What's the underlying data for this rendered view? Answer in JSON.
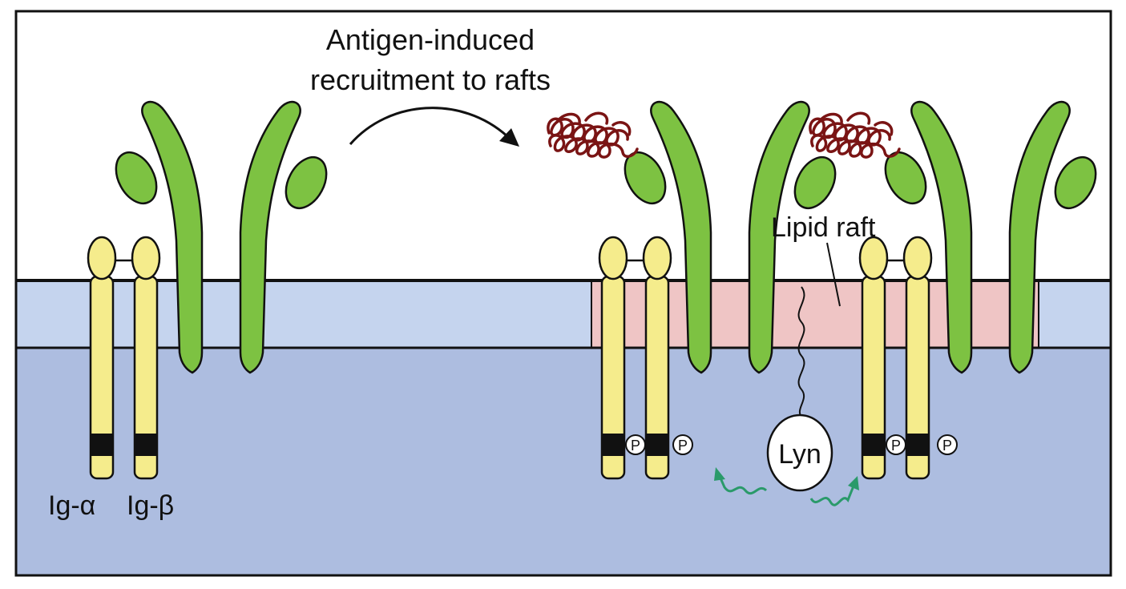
{
  "labels": {
    "title_line1": "Antigen-induced",
    "title_line2": "recruitment to rafts",
    "lipid_raft": "Lipid raft",
    "ig_alpha": "Ig-α",
    "ig_beta": "Ig-β",
    "lyn": "Lyn",
    "phospho": "P"
  },
  "colors": {
    "extracellular": "#ffffff",
    "membrane": "#c5d4ee",
    "cytoplasm": "#adbde0",
    "lipid_raft": "#efc5c5",
    "bcr_heavy_chain": "#7dc242",
    "ig_chains": "#f5ec8c",
    "antigen": "#7a1414",
    "signal_arrow": "#2a9a6a",
    "outline": "#111111"
  }
}
